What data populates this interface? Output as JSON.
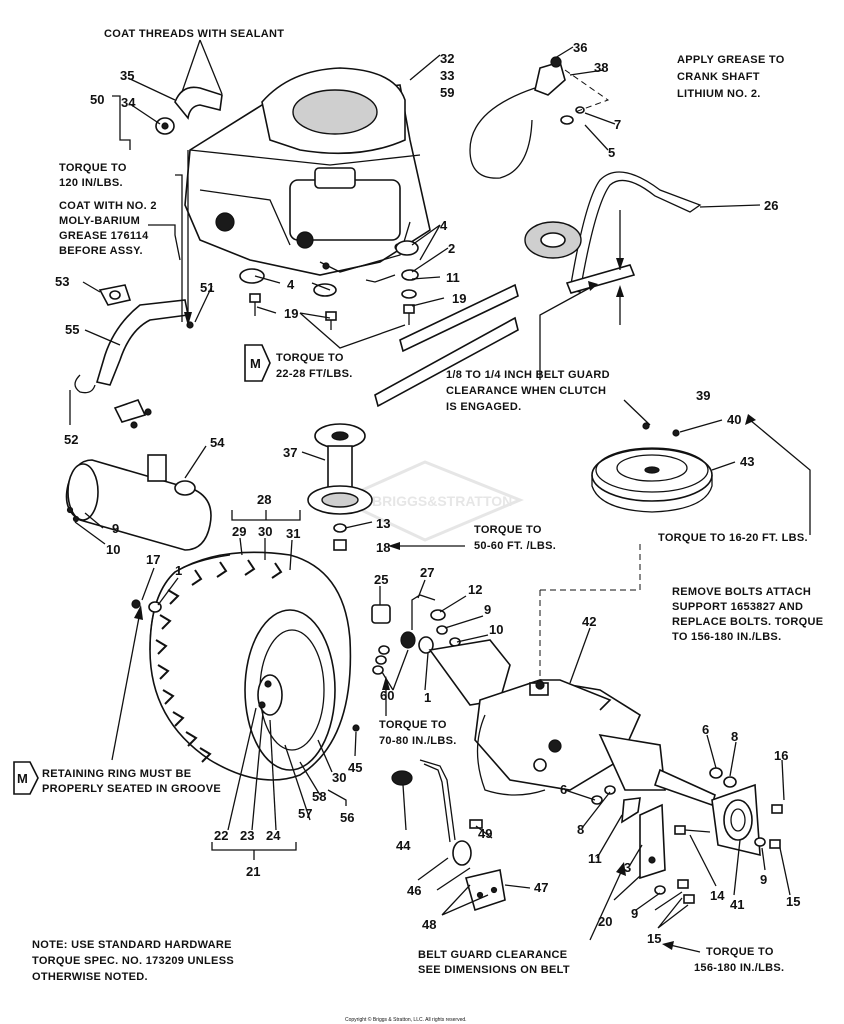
{
  "notes": {
    "coat_threads": "COAT THREADS WITH SEALANT",
    "grease_crank_1": "APPLY GREASE TO",
    "grease_crank_2": "CRANK SHAFT",
    "grease_crank_3": "LITHIUM NO. 2.",
    "torque_120_1": "TORQUE TO",
    "torque_120_2": "120 IN/LBS.",
    "moly_1": "COAT WITH NO. 2",
    "moly_2": "MOLY-BARIUM",
    "moly_3": "GREASE 176114",
    "moly_4": "BEFORE ASSY.",
    "torque_2228_1": "TORQUE TO",
    "torque_2228_2": "22-28 FT/LBS.",
    "belt_guard_1": "1/8 TO 1/4 INCH BELT GUARD",
    "belt_guard_2": "CLEARANCE WHEN CLUTCH",
    "belt_guard_3": "IS ENGAGED.",
    "torque_5060_1": "TORQUE TO",
    "torque_5060_2": "50-60 FT. /LBS.",
    "torque_1620": "TORQUE TO 16-20 FT. LBS.",
    "remove_bolts_1": "REMOVE BOLTS ATTACH",
    "remove_bolts_2": "SUPPORT 1653827 AND",
    "remove_bolts_3": "REPLACE BOLTS. TORQUE",
    "remove_bolts_4": "TO 156-180 IN./LBS.",
    "torque_7080_1": "TORQUE TO",
    "torque_7080_2": "70-80   IN./LBS.",
    "retaining_1": "RETAINING RING MUST BE",
    "retaining_2": "PROPERLY SEATED IN GROOVE",
    "standard_1": "NOTE: USE STANDARD  HARDWARE",
    "standard_2": "TORQUE SPEC. NO. 173209 UNLESS",
    "standard_3": "OTHERWISE NOTED.",
    "belt_guard_dim_1": "BELT GUARD CLEARANCE",
    "belt_guard_dim_2": "SEE DIMENSIONS ON BELT",
    "torque_156_1": "TORQUE TO",
    "torque_156_2": "156-180 IN./LBS.",
    "m_symbol": "M",
    "watermark": "BRIGGS&STRATTON",
    "copyright": "Copyright © Briggs & Stratton, LLC. All rights reserved."
  },
  "part_numbers": {
    "p1a": "1",
    "p1b": "1",
    "p2": "2",
    "p3": "3",
    "p4a": "4",
    "p4b": "4",
    "p5": "5",
    "p6a": "6",
    "p6b": "6",
    "p7": "7",
    "p8a": "8",
    "p8b": "8",
    "p9a": "9",
    "p9b": "9",
    "p9c": "9",
    "p9d": "9",
    "p10a": "10",
    "p10b": "10",
    "p11a": "11",
    "p11b": "11",
    "p12": "12",
    "p13": "13",
    "p14": "14",
    "p15a": "15",
    "p15b": "15",
    "p16": "16",
    "p17": "17",
    "p18": "18",
    "p19a": "19",
    "p19b": "19",
    "p20": "20",
    "p21": "21",
    "p22": "22",
    "p23": "23",
    "p24": "24",
    "p25": "25",
    "p26": "26",
    "p27": "27",
    "p28": "28",
    "p29": "29",
    "p30a": "30",
    "p30b": "30",
    "p31": "31",
    "p32": "32",
    "p33": "33",
    "p34": "34",
    "p35": "35",
    "p36": "36",
    "p37": "37",
    "p38": "38",
    "p39": "39",
    "p40": "40",
    "p41": "41",
    "p42": "42",
    "p43": "43",
    "p44": "44",
    "p45": "45",
    "p46": "46",
    "p47": "47",
    "p48": "48",
    "p49": "49",
    "p50": "50",
    "p51": "51",
    "p52": "52",
    "p53": "53",
    "p54": "54",
    "p55": "55",
    "p56": "56",
    "p57": "57",
    "p58": "58",
    "p59": "59",
    "p60": "60"
  }
}
